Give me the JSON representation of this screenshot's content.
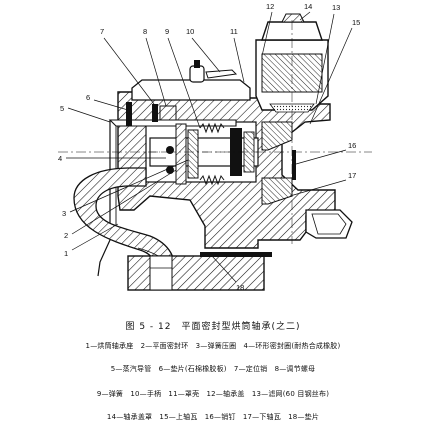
{
  "figure": {
    "callouts": [
      "1",
      "2",
      "3",
      "4",
      "5",
      "6",
      "7",
      "8",
      "9",
      "10",
      "11",
      "12",
      "13",
      "14",
      "15",
      "16",
      "17",
      "18"
    ]
  },
  "caption": {
    "title": "图 5 - 12　平面密封型烘筒轴承(之二)",
    "legend_lines": [
      "1—烘筒轴承座　2—平面密封环　3—弹簧压圈　4—环形密封圈(耐热合成橡胶)",
      "5—蒸汽导管　6—垫片(石棉橡胶板)　7—定位销　8—调节螺母",
      "9—弹簧　10—手柄　11—罩壳　12—轴承盖　13—滤网(60 目钢丝布)",
      "14—轴承盖罩　15—上轴瓦　16—销钉　17—下轴瓦　18—垫片"
    ]
  }
}
